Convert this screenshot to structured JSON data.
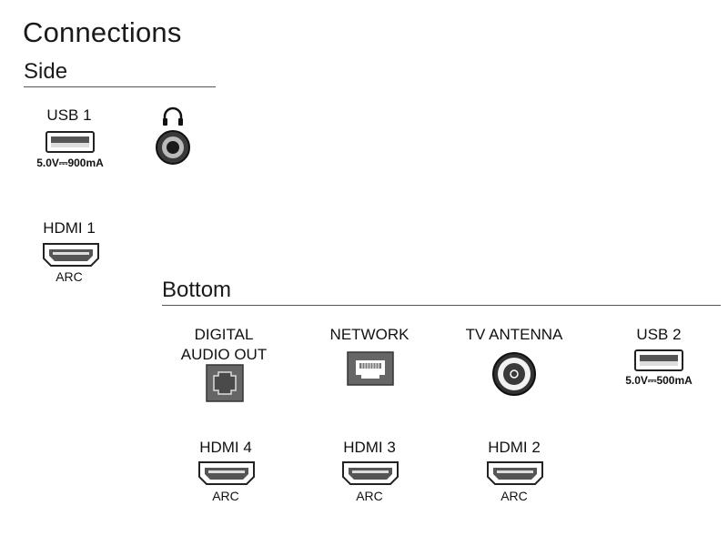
{
  "title": "Connections",
  "side": {
    "heading": "Side",
    "usb1": {
      "label": "USB 1",
      "spec": "5.0V⎓900mA"
    },
    "headphone": {
      "icon": "headphone-icon"
    },
    "hdmi1": {
      "label": "HDMI 1",
      "sub": "ARC"
    }
  },
  "bottom": {
    "heading": "Bottom",
    "digital_audio": {
      "label_line1": "DIGITAL",
      "label_line2": "AUDIO OUT"
    },
    "network": {
      "label": "NETWORK"
    },
    "antenna": {
      "label": "TV ANTENNA"
    },
    "usb2": {
      "label": "USB 2",
      "spec": "5.0V⎓500mA"
    },
    "hdmi4": {
      "label": "HDMI 4",
      "sub": "ARC"
    },
    "hdmi3": {
      "label": "HDMI 3",
      "sub": "ARC"
    },
    "hdmi2": {
      "label": "HDMI 2",
      "sub": "ARC"
    }
  }
}
